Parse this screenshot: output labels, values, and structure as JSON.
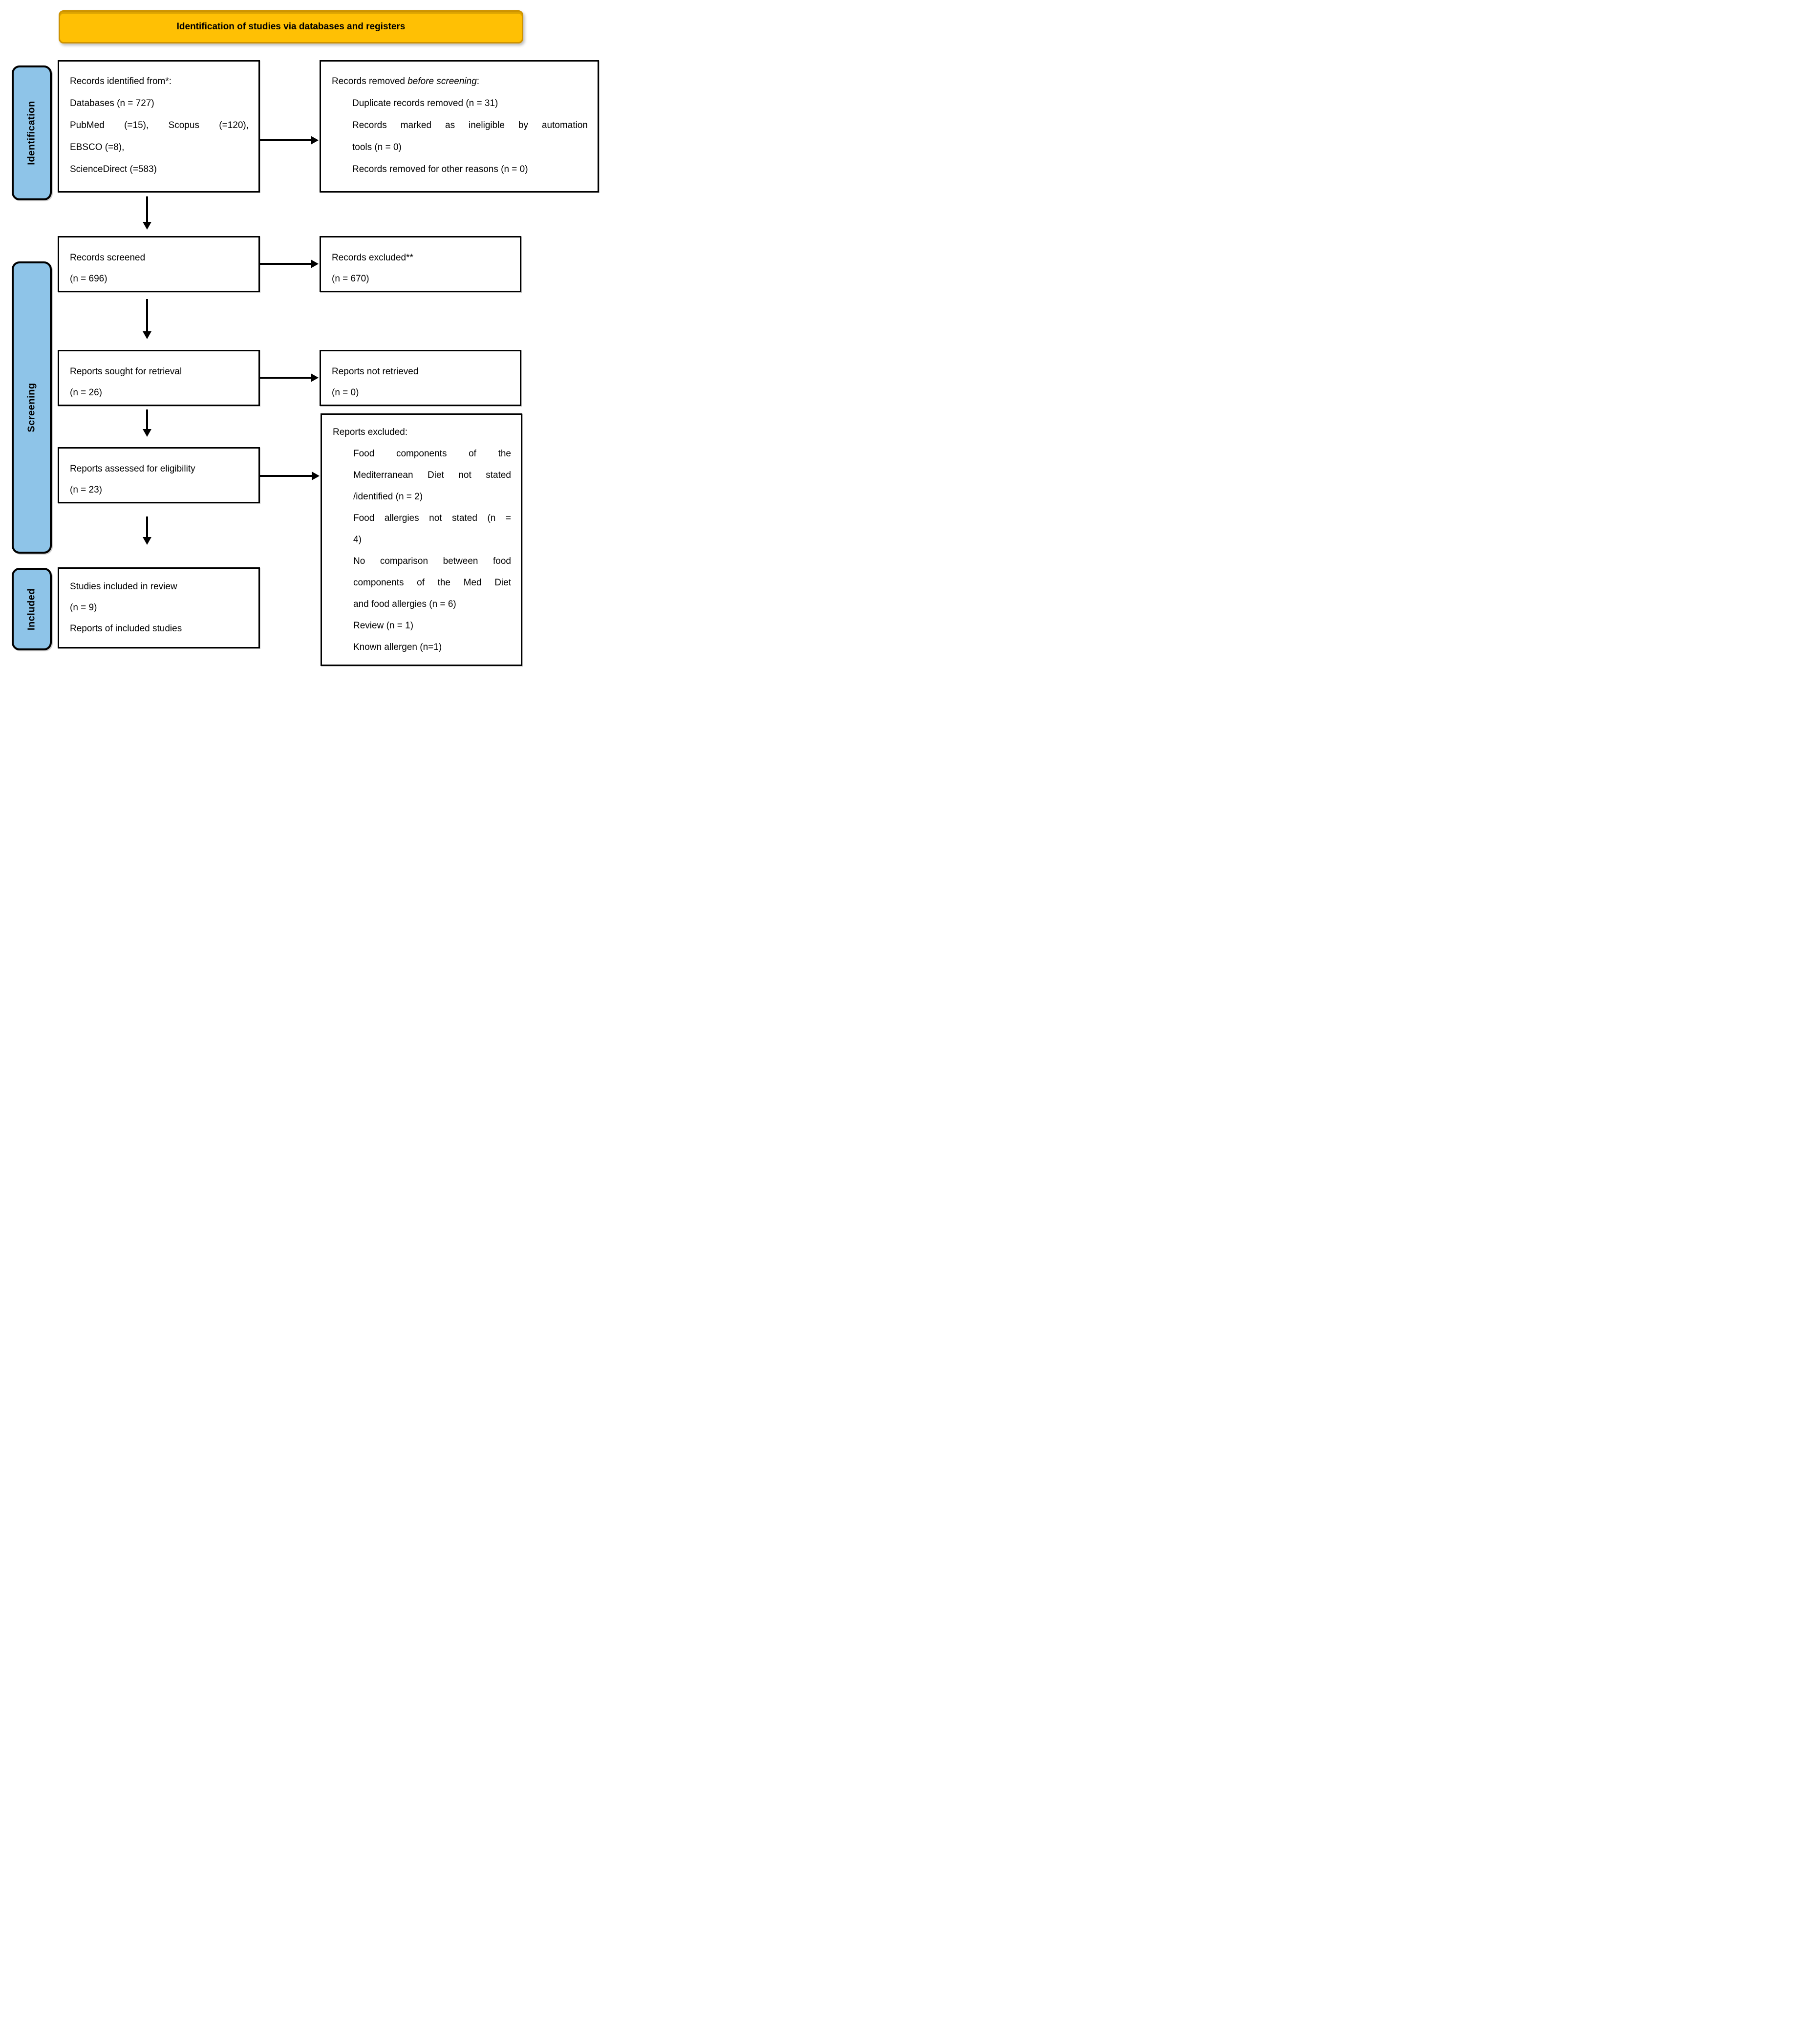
{
  "title": "Identification of studies via databases and registers",
  "colors": {
    "banner_bg": "#FFC004",
    "banner_border": "#CE9300",
    "sidebar_bg": "#8EC4E8",
    "box_border": "#000000"
  },
  "sidebar": {
    "identification": "Identification",
    "screening": "Screening",
    "included": "Included"
  },
  "boxes": {
    "records_identified": {
      "lines": [
        {
          "text": "Records identified from*:"
        },
        {
          "text": "Databases (n = 727)"
        },
        {
          "text": "PubMed (=15), Scopus (=120),",
          "justify": true
        },
        {
          "text": "EBSCO (=8),"
        },
        {
          "text": "ScienceDirect (=583)"
        }
      ]
    },
    "records_removed": {
      "lines": [
        {
          "segments": [
            {
              "text": "Records removed "
            },
            {
              "text": "before screening",
              "italic": true
            },
            {
              "text": ":"
            }
          ]
        },
        {
          "text": "Duplicate records removed (n = 31)",
          "indent": true
        },
        {
          "text": "Records marked as ineligible by automation",
          "indent": true,
          "justify": true
        },
        {
          "text": "tools (n = 0)",
          "indent": true
        },
        {
          "text": "Records removed for other reasons (n = 0)",
          "indent": true
        }
      ]
    },
    "records_screened": {
      "lines": [
        {
          "text": "Records screened"
        },
        {
          "text": "(n = 696)"
        }
      ]
    },
    "records_excluded": {
      "lines": [
        {
          "text": "Records excluded**"
        },
        {
          "text": "(n = 670)"
        }
      ]
    },
    "reports_sought": {
      "lines": [
        {
          "text": "Reports sought for retrieval"
        },
        {
          "text": "(n = 26)"
        }
      ]
    },
    "reports_not_retrieved": {
      "lines": [
        {
          "text": "Reports not retrieved"
        },
        {
          "text": "(n = 0)"
        }
      ]
    },
    "reports_assessed": {
      "lines": [
        {
          "text": "Reports assessed for eligibility"
        },
        {
          "text": "(n = 23)"
        }
      ]
    },
    "reports_excluded": {
      "lines": [
        {
          "text": "Reports excluded:"
        },
        {
          "text": "Food components of the",
          "indent": true,
          "justify": true
        },
        {
          "text": "Mediterranean Diet not stated",
          "indent": true,
          "justify": true
        },
        {
          "text": "/identified (n = 2)",
          "indent": true
        },
        {
          "text": "Food allergies not stated (n =",
          "indent": true,
          "justify": true
        },
        {
          "text": "4)",
          "indent": true
        },
        {
          "text": "No comparison between food",
          "indent": true,
          "justify": true
        },
        {
          "text": "components of the Med Diet",
          "indent": true,
          "justify": true
        },
        {
          "text": "and food allergies (n = 6)",
          "indent": true
        },
        {
          "text": "Review (n = 1)",
          "indent": true
        },
        {
          "text": "Known allergen (n=1)",
          "indent": true
        }
      ]
    },
    "studies_included": {
      "lines": [
        {
          "text": "Studies included in review"
        },
        {
          "text": "(n = 9)"
        },
        {
          "text": "Reports of included studies"
        }
      ]
    }
  }
}
